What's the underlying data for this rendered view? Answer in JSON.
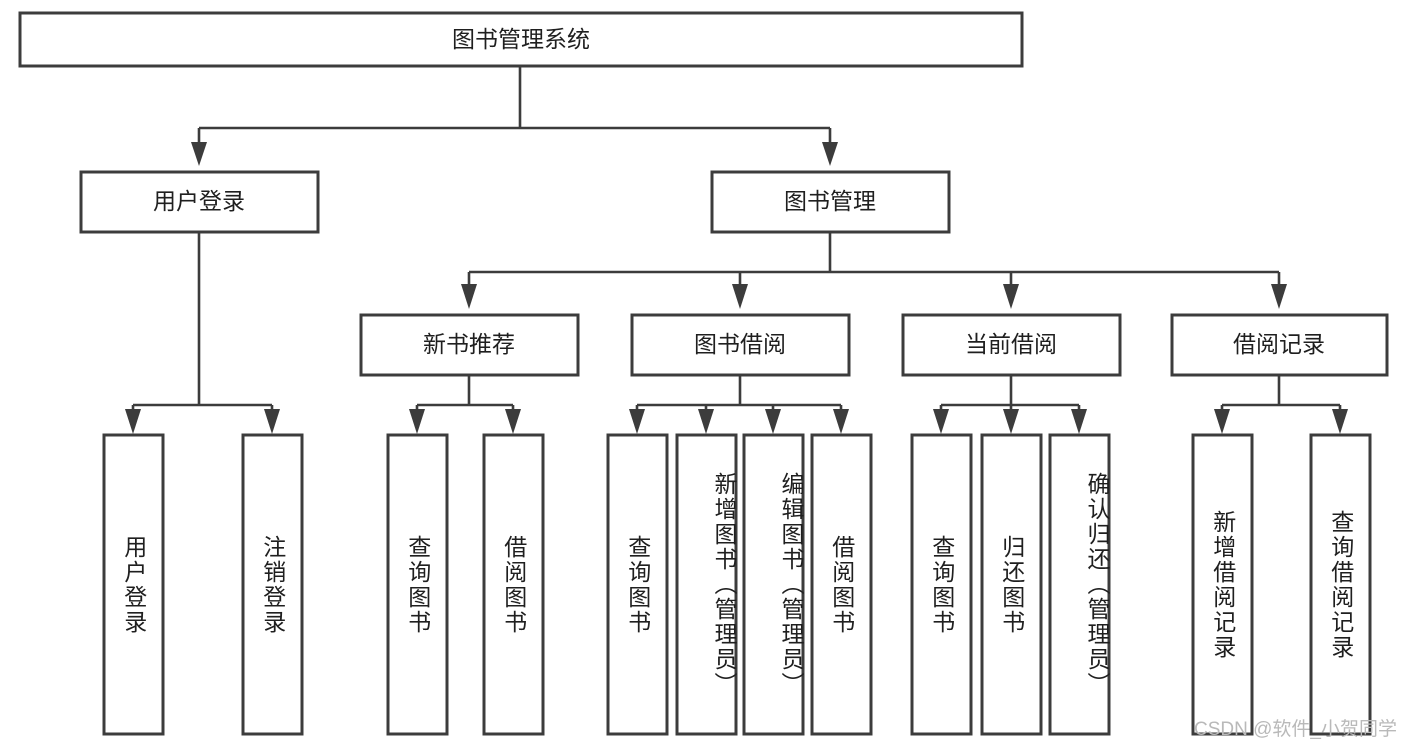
{
  "diagram": {
    "title": "图书管理系统",
    "type": "hierarchy-tree",
    "colors": {
      "box_stroke": "#3c3c3c",
      "box_fill": "#ffffff",
      "line": "#3c3c3c",
      "text": "#1f1f1f",
      "watermark": "#b9b9b9",
      "background": "#ffffff"
    },
    "root": {
      "label": "图书管理系统"
    },
    "level2": [
      {
        "label": "用户登录"
      },
      {
        "label": "图书管理"
      }
    ],
    "level3": [
      {
        "label": "新书推荐"
      },
      {
        "label": "图书借阅"
      },
      {
        "label": "当前借阅"
      },
      {
        "label": "借阅记录"
      }
    ],
    "leaves": {
      "user_login": [
        {
          "label": "用户登录"
        },
        {
          "label": "注销登录"
        }
      ],
      "new_book_recommend": [
        {
          "label": "查询图书"
        },
        {
          "label": "借阅图书"
        }
      ],
      "book_borrow": [
        {
          "label": "查询图书"
        },
        {
          "label": "新增图书（管理员）"
        },
        {
          "label": "编辑图书（管理员）"
        },
        {
          "label": "借阅图书"
        }
      ],
      "current_borrow": [
        {
          "label": "查询图书"
        },
        {
          "label": "归还图书"
        },
        {
          "label": "确认归还（管理员）"
        }
      ],
      "borrow_record": [
        {
          "label": "新增借阅记录"
        },
        {
          "label": "查询借阅记录"
        }
      ]
    }
  },
  "watermark": {
    "text": "CSDN @软件_小贺同学"
  }
}
